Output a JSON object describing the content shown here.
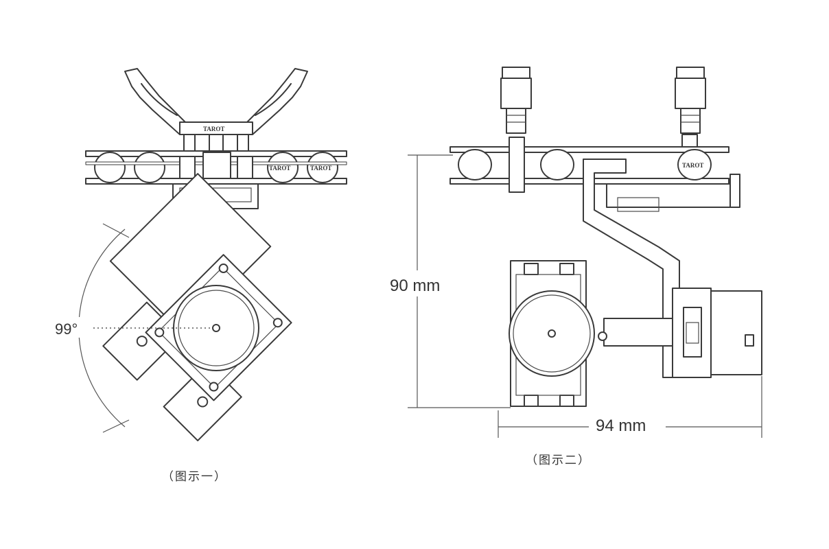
{
  "figure_left": {
    "angle_label": "99°",
    "caption": "（图示一）",
    "brand": "TAROT"
  },
  "figure_right": {
    "height_label": "90 mm",
    "width_label": "94 mm",
    "caption": "（图示二）",
    "brand": "TAROT"
  }
}
